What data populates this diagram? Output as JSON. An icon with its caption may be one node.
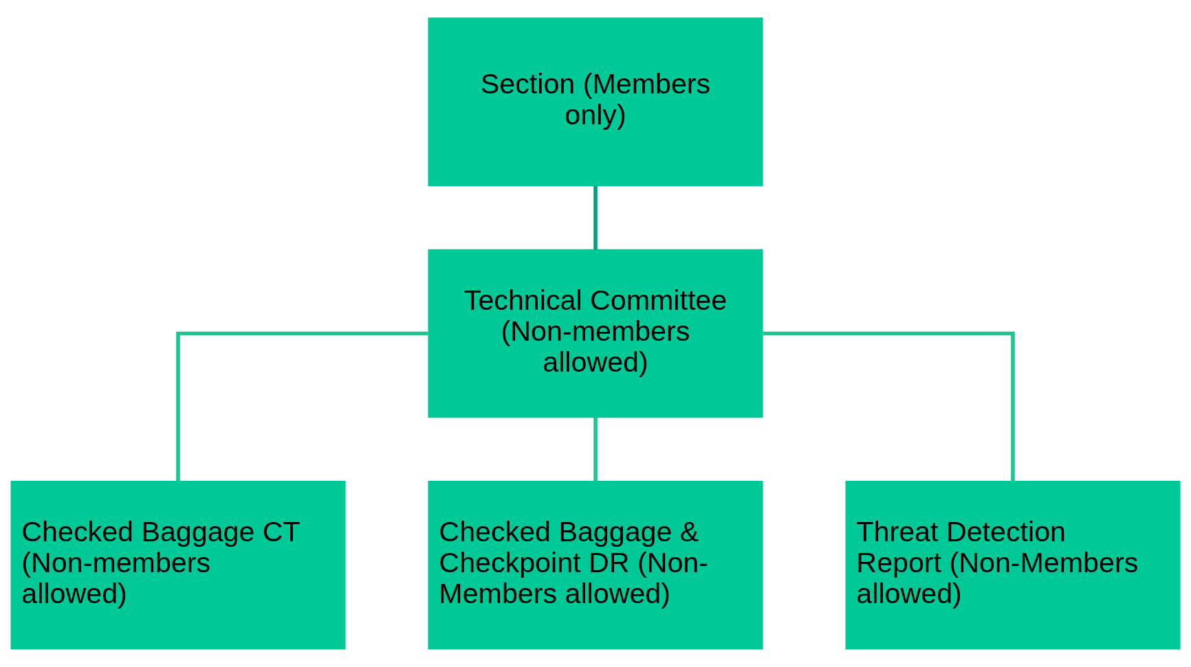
{
  "diagram": {
    "nodes": [
      {
        "text": [
          "Section (Members only)"
        ]
      },
      {
        "text": [
          "Technical Committee (Non-members allowed)"
        ]
      },
      {
        "text": [
          "Checked Baggage CT (Non-members allowed)"
        ]
      },
      {
        "text": [
          "Checked Baggage & Checkpoint DR (Non-Members allowed)"
        ]
      },
      {
        "text": [
          "Threat Detection Report (Non-Members allowed)"
        ]
      }
    ],
    "edges": [
      {
        "from": 0,
        "to": 1,
        "arrow": "none",
        "color": "#00a07a"
      },
      {
        "from": 1,
        "to": 2,
        "arrow": "none"
      },
      {
        "from": 1,
        "to": 3,
        "arrow": "none"
      },
      {
        "from": 1,
        "to": 4,
        "arrow": "none"
      }
    ]
  }
}
